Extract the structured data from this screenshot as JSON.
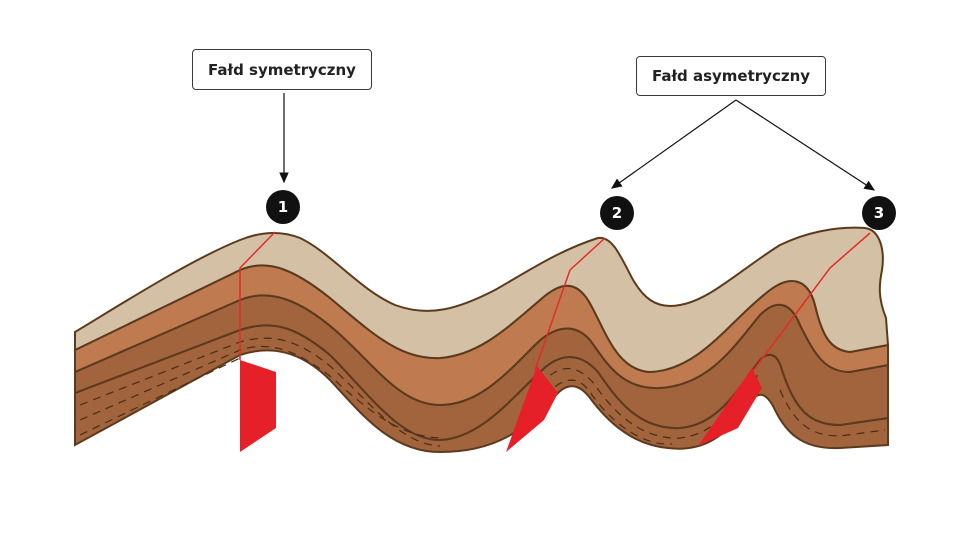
{
  "labels": {
    "symmetric_fold": "Fałd symetryczny",
    "asymmetric_fold": "Fałd asymetryczny"
  },
  "markers": [
    "1",
    "2",
    "3"
  ],
  "colors": {
    "layer_top": "#d4c1a5",
    "layer_second": "#bf7a50",
    "layer_third": "#a2643c",
    "layer_bottom": "#a2643c",
    "outline": "#5b3a1d",
    "axis_line": "#e52a2a",
    "axis_arrow": "#e52028",
    "arrow": "#111111"
  }
}
